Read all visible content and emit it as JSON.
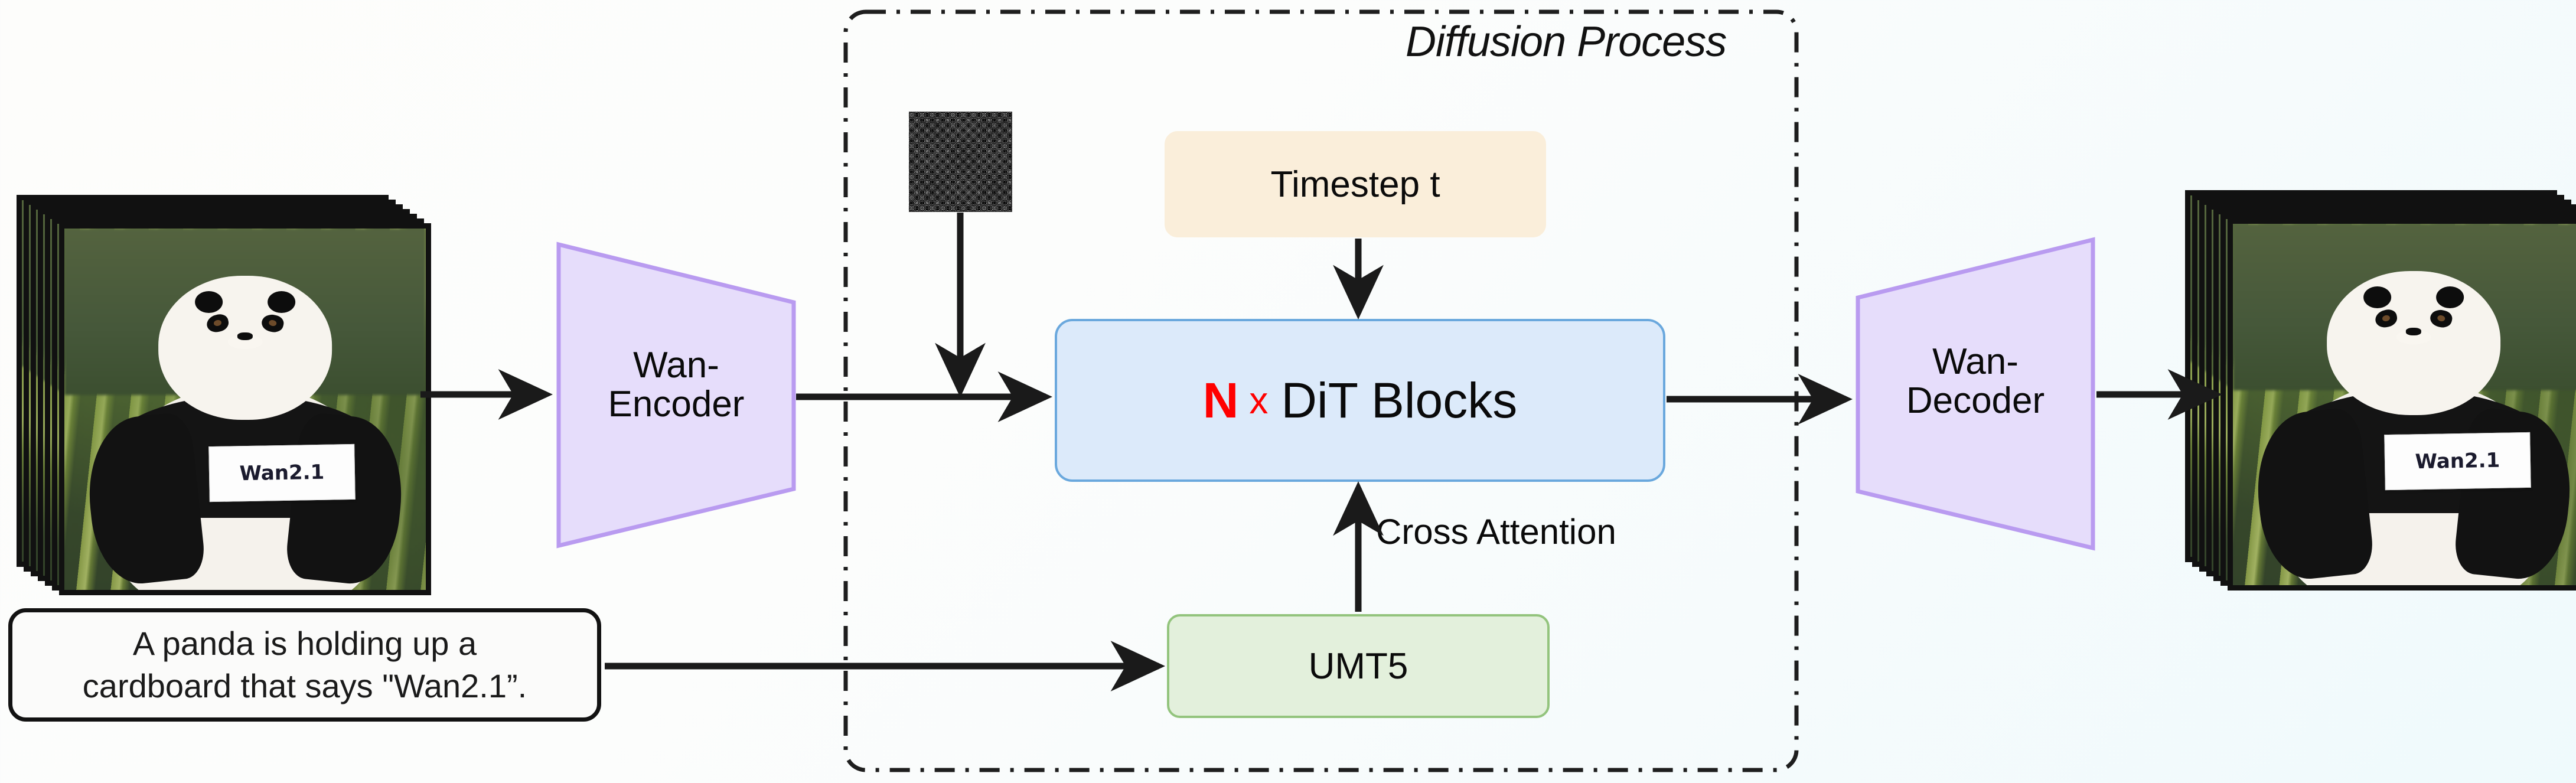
{
  "figure": {
    "diffusion_region_title": "Diffusion Process"
  },
  "input_video": {
    "name": "input-video-frames",
    "sign_text": "Wan2.1",
    "frame_count": 7
  },
  "output_video": {
    "name": "output-video-frames",
    "sign_text": "Wan2.1",
    "frame_count": 7
  },
  "prompt": {
    "line1": "A panda is holding up a",
    "line2": "cardboard that says \"Wan2.1”."
  },
  "blocks": {
    "encoder": {
      "line1": "Wan-",
      "line2": "Encoder"
    },
    "decoder": {
      "line1": "Wan-",
      "line2": "Decoder"
    },
    "timestep": {
      "label": "Timestep t"
    },
    "dit": {
      "count": "N",
      "times": "x",
      "label": "DiT Blocks"
    },
    "text_encoder": {
      "label": "UMT5"
    }
  },
  "edges": {
    "cross_attention": "Cross Attention"
  },
  "noise": {
    "label": "noise-latent-patch"
  },
  "colors": {
    "dit_fill": "#dceafa",
    "dit_border": "#6aa8dd",
    "timestep_fill": "#faeeda",
    "umt5_fill": "#e3f0dc",
    "umt5_border": "#93c47d",
    "codec_fill": "#e6ddfb",
    "codec_border": "#b99bf0",
    "accent_red": "#ff0000",
    "arrow": "#1a1a1a",
    "background_start": "#fdfdfb",
    "background_end": "#effafc"
  }
}
